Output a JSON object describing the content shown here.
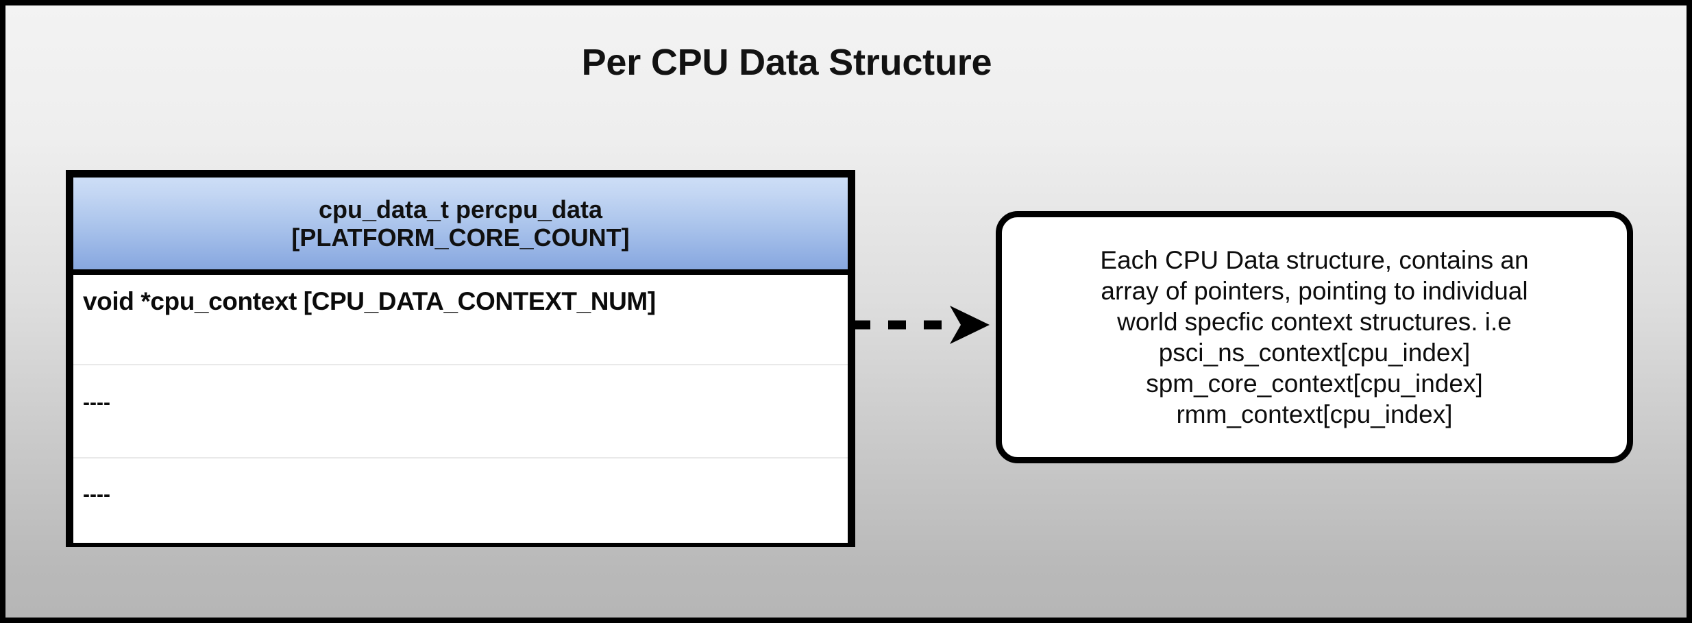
{
  "diagram": {
    "title": "Per CPU Data Structure",
    "background_top_color": "#f3f3f3",
    "background_bottom_color": "#b6b6b6",
    "border_color": "#000000"
  },
  "struct_table": {
    "header": {
      "line1": "cpu_data_t percpu_data",
      "line2": "[PLATFORM_CORE_COUNT]",
      "gradient_top_color": "#cddef6",
      "gradient_bottom_color": "#87a7df"
    },
    "rows": [
      {
        "text": "void *cpu_context [CPU_DATA_CONTEXT_NUM]"
      },
      {
        "text": "----"
      },
      {
        "text": "----"
      }
    ]
  },
  "connector": {
    "style": "dashed-arrow",
    "direction": "right",
    "color": "#000000"
  },
  "callout": {
    "lines": [
      "Each CPU Data structure, contains an",
      "array of pointers, pointing to individual",
      "world specfic context structures. i.e",
      "psci_ns_context[cpu_index]",
      "spm_core_context[cpu_index]",
      "rmm_context[cpu_index]"
    ],
    "border_color": "#000000",
    "fill_color": "#ffffff"
  }
}
